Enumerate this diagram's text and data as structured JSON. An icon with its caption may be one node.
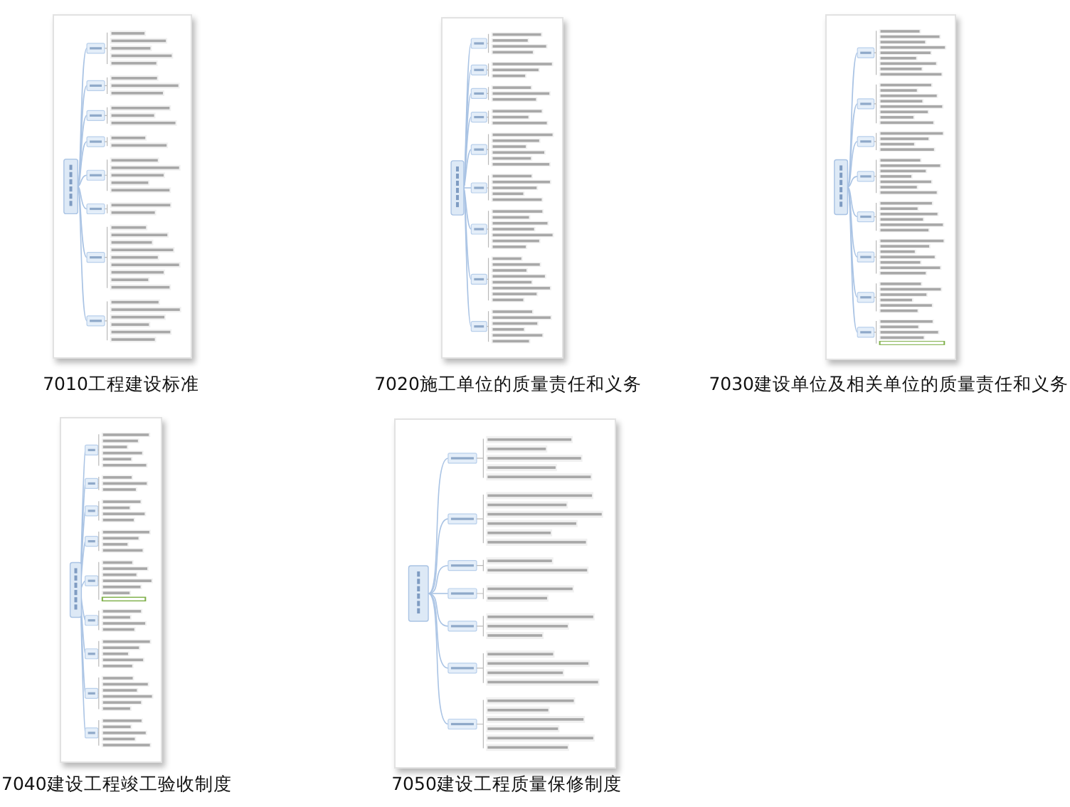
{
  "diagram": {
    "nodes": [
      {
        "text": [],
        "shape": "picture",
        "beside": [
          "7010工程建设标准"
        ]
      },
      {
        "text": [],
        "shape": "picture",
        "beside": [
          "7020施工单位的质量责任和义务"
        ]
      },
      {
        "text": [],
        "shape": "picture",
        "beside": [
          "7030建设单位及相关单位的质量责任和义务"
        ]
      },
      {
        "text": [],
        "shape": "picture",
        "beside": [
          "7040建设工程竣工验收制度"
        ]
      },
      {
        "text": [],
        "shape": "picture",
        "beside": [
          "7050建设工程质量保修制度"
        ]
      }
    ]
  }
}
